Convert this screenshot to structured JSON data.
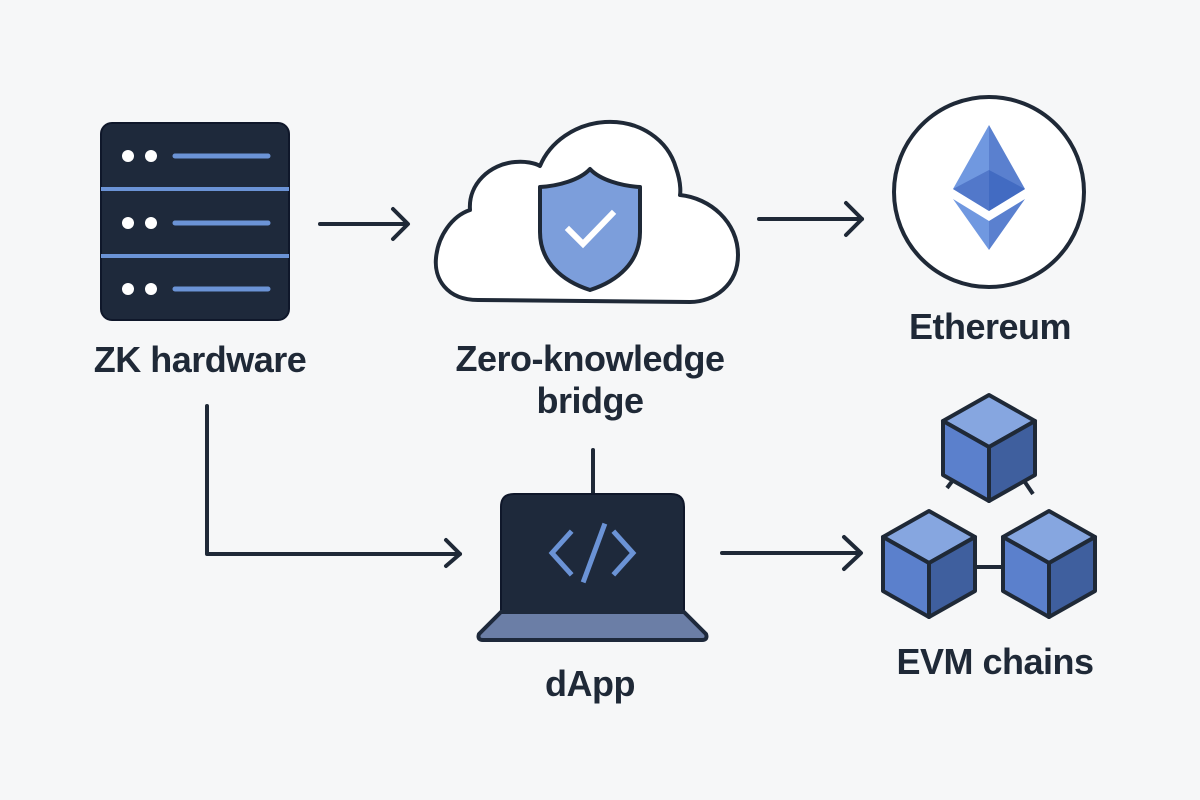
{
  "diagram": {
    "nodes": [
      {
        "id": "zk-hardware",
        "label": "ZK hardware",
        "icon": "server-icon"
      },
      {
        "id": "zk-bridge",
        "label_line1": "Zero-knowledge",
        "label_line2": "bridge",
        "icon": "cloud-shield-check-icon"
      },
      {
        "id": "ethereum",
        "label": "Ethereum",
        "icon": "ethereum-logo-icon"
      },
      {
        "id": "dapp",
        "label": "dApp",
        "icon": "laptop-code-icon"
      },
      {
        "id": "evm-chains",
        "label": "EVM chains",
        "icon": "blockchain-cubes-icon"
      }
    ],
    "edges": [
      {
        "from": "zk-hardware",
        "to": "zk-bridge",
        "type": "arrow"
      },
      {
        "from": "zk-bridge",
        "to": "ethereum",
        "type": "arrow"
      },
      {
        "from": "zk-hardware",
        "to": "dapp",
        "type": "elbow-arrow"
      },
      {
        "from": "zk-bridge",
        "to": "dapp",
        "type": "line"
      },
      {
        "from": "dapp",
        "to": "evm-chains",
        "type": "arrow"
      }
    ],
    "colors": {
      "background": "#f6f7f8",
      "ink": "#1f2937",
      "dark_fill": "#1e293b",
      "accent": "#6b93d6",
      "accent_dark": "#3f5f9e",
      "accent_light": "#86a6e0",
      "white": "#ffffff"
    }
  }
}
